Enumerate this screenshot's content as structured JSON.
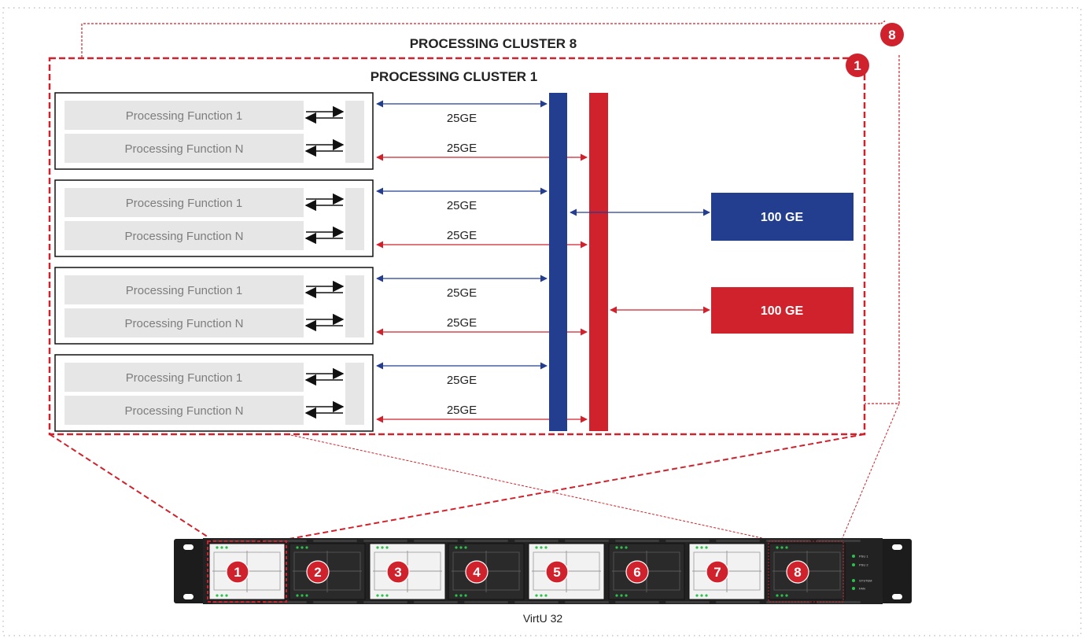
{
  "clusters": {
    "outer_title": "PROCESSING CLUSTER 8",
    "inner_title": "PROCESSING CLUSTER 1",
    "outer_badge": "8",
    "inner_badge": "1"
  },
  "groups": [
    {
      "functions": [
        "Processing Function 1",
        "Processing Function N"
      ],
      "links": [
        "25GE",
        "25GE"
      ]
    },
    {
      "functions": [
        "Processing Function 1",
        "Processing Function N"
      ],
      "links": [
        "25GE",
        "25GE"
      ]
    },
    {
      "functions": [
        "Processing Function 1",
        "Processing Function N"
      ],
      "links": [
        "25GE",
        "25GE"
      ]
    },
    {
      "functions": [
        "Processing Function 1",
        "Processing Function N"
      ],
      "links": [
        "25GE",
        "25GE"
      ]
    }
  ],
  "uplinks": {
    "blue": "100 GE",
    "red": "100 GE"
  },
  "device": {
    "caption": "VirtU 32",
    "slots": [
      "1",
      "2",
      "3",
      "4",
      "5",
      "6",
      "7",
      "8"
    ],
    "status_labels": [
      "PSU 1",
      "PSU 2",
      "SYSTEM",
      "FAN"
    ]
  },
  "colors": {
    "blue": "#233d8f",
    "red": "#d0222c",
    "function_box": "#e6e6e6",
    "chassis": "#222222"
  }
}
